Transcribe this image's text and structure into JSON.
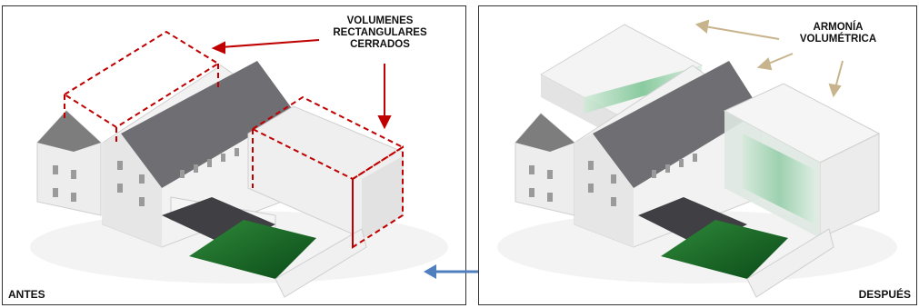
{
  "before": {
    "annotation_lines": [
      "VOLUMENES",
      "RECTANGULARES",
      "CERRADOS"
    ],
    "corner_label": "ANTES",
    "annotation_color": "#c00000"
  },
  "after": {
    "annotation_lines": [
      "ARMONÍA",
      "VOLUMÉTRICA"
    ],
    "corner_label": "DESPUÉS",
    "annotation_color": "#c8b48c"
  },
  "connector": {
    "color": "#4f7fbf",
    "icon": "double-arrow-icon"
  }
}
